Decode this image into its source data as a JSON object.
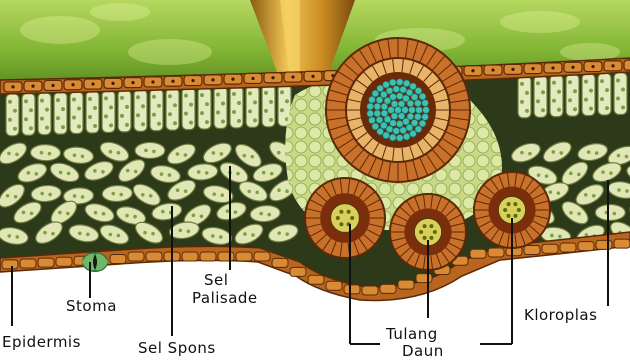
{
  "labels": {
    "epidermis": "Epidermis",
    "stoma": "Stoma",
    "sel_spons": "Sel Spons",
    "sel_palisade_1": "Sel",
    "sel_palisade_2": "Palisade",
    "tulang_daun_1": "Tulang",
    "tulang_daun_2": "Daun",
    "kloroplas": "Kloroplas"
  },
  "colors": {
    "upper_leaf": "#8cbf3a",
    "epidermis": "#b5651d",
    "palisade": "#dfe6b8",
    "spongy_dark": "#1c2812",
    "bundle_sheath": "#8a3a10",
    "xylem": "#39b3a5",
    "vein_yellow": "#d8c050"
  }
}
